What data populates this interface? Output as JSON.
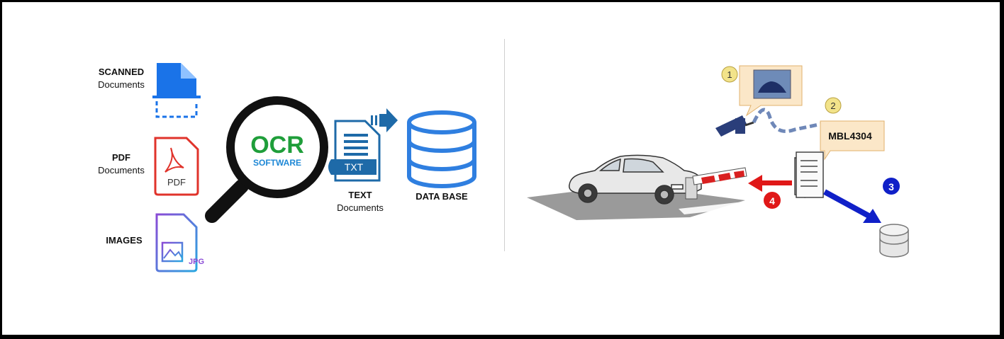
{
  "ocr_panel": {
    "sources": [
      {
        "title": "SCANNED",
        "subtitle": "Documents",
        "icon": "scanned-document-icon"
      },
      {
        "title": "PDF",
        "subtitle": "Documents",
        "icon": "pdf-document-icon"
      },
      {
        "title": "IMAGES",
        "subtitle": "",
        "icon": "image-document-icon"
      }
    ],
    "pdf_badge": "PDF",
    "jpg_badge": "JPG",
    "lens": {
      "title": "OCR",
      "subtitle": "SOFTWARE"
    },
    "text_output": {
      "badge": "TXT",
      "title": "TEXT",
      "subtitle": "Documents"
    },
    "database": {
      "title": "DATA BASE"
    }
  },
  "anpr_panel": {
    "steps": [
      "1",
      "2",
      "3",
      "4"
    ],
    "plate_text": "MBL4304"
  },
  "colors": {
    "scanned_blue": "#1a73e8",
    "pdf_red": "#e0332b",
    "image_purple": "#8a4bd6",
    "ocr_green": "#1f9e3a",
    "ocr_blue": "#1e88d6",
    "txt_blue": "#1e6aa8",
    "db_blue": "#2f7fe0",
    "step_yellow": "#f2e38a",
    "step_blue": "#1020c8",
    "step_red": "#e01818"
  }
}
